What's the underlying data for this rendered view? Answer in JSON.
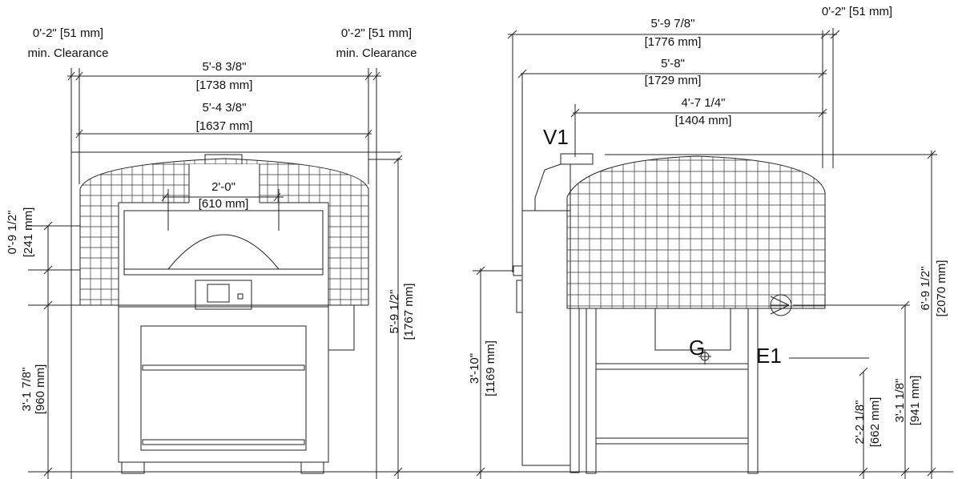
{
  "front": {
    "clear_left_1": "0'-2\" [51 mm]",
    "clear_left_2": "min. Clearance",
    "clear_right_1": "0'-2\" [51 mm]",
    "clear_right_2": "min. Clearance",
    "w_outer_ft": "5'-8 3/8\"",
    "w_outer_mm": "[1738 mm]",
    "w_inner_ft": "5'-4 3/8\"",
    "w_inner_mm": "[1637 mm]",
    "door_ft": "2'-0\"",
    "door_mm": "[610 mm]",
    "mouth_ft": "0'-9 1/2\"",
    "mouth_mm": "[241 mm]",
    "hearth_ft": "3'-1 7/8\"",
    "hearth_mm": "[960 mm]",
    "total_ft": "5'-9 1/2\"",
    "total_mm": "[1767 mm]"
  },
  "side": {
    "top_clear": "0'-2\" [51 mm]",
    "w1_ft": "5'-9 7/8\"",
    "w1_mm": "[1776 mm]",
    "w2_ft": "5'-8\"",
    "w2_mm": "[1729 mm]",
    "w3_ft": "4'-7 1/4\"",
    "w3_mm": "[1404 mm]",
    "v1": "V1",
    "g": "G",
    "e1": "E1",
    "h_left_ft": "3'-10\"",
    "h_left_mm": "[1169 mm]",
    "h_g_ft": "2'-2 1/8\"",
    "h_g_mm": "[662 mm]",
    "h_e1_ft": "3'-1 1/8\"",
    "h_e1_mm": "[941 mm]",
    "h_total_ft": "6'-9 1/2\"",
    "h_total_mm": "[2070 mm]"
  }
}
